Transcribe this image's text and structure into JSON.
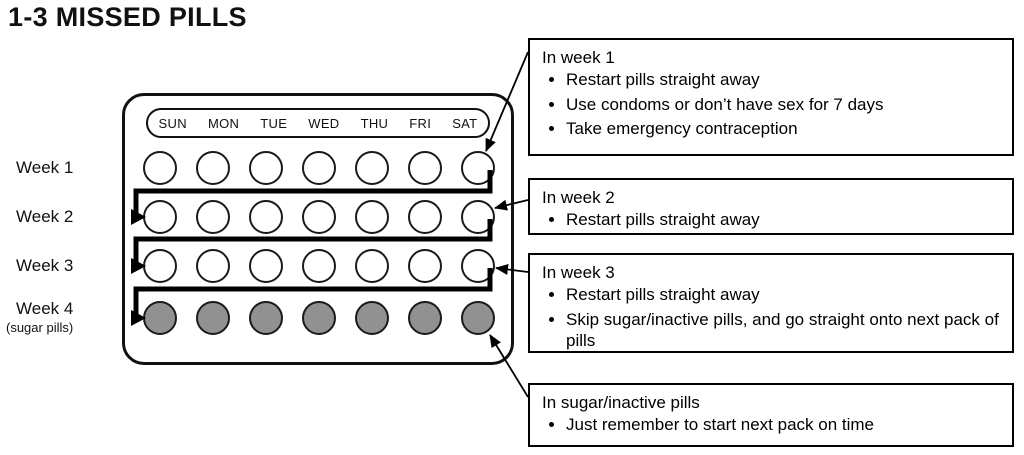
{
  "title": "1-3 MISSED PILLS",
  "pack": {
    "days": [
      "SUN",
      "MON",
      "TUE",
      "WED",
      "THU",
      "FRI",
      "SAT"
    ],
    "pills_per_week": 7,
    "weeks": [
      {
        "label": "Week 1",
        "sublabel": "",
        "pill_type": "active"
      },
      {
        "label": "Week 2",
        "sublabel": "",
        "pill_type": "active"
      },
      {
        "label": "Week 3",
        "sublabel": "",
        "pill_type": "active"
      },
      {
        "label": "Week 4",
        "sublabel": "(sugar pills)",
        "pill_type": "sugar"
      }
    ]
  },
  "info_boxes": [
    {
      "title": "In week 1",
      "bullets": [
        "Restart pills straight away",
        "Use condoms or don’t have sex for 7 days",
        "Take emergency contraception"
      ]
    },
    {
      "title": "In week 2",
      "bullets": [
        "Restart pills straight away"
      ]
    },
    {
      "title": "In week 3",
      "bullets": [
        "Restart pills straight away",
        "Skip sugar/inactive pills, and go straight onto next pack of pills"
      ]
    },
    {
      "title": "In sugar/inactive pills",
      "bullets": [
        "Just remember to start next pack on time"
      ]
    }
  ],
  "colors": {
    "active_pill": "#ffffff",
    "sugar_pill": "#919191",
    "line": "#000000"
  }
}
